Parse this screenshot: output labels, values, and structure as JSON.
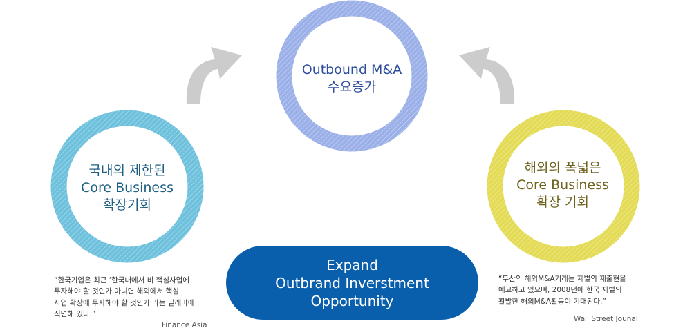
{
  "diagram": {
    "nodes": {
      "top": {
        "lines": [
          "Outbound M&A",
          "수요증가"
        ],
        "color": "#9bb0e8"
      },
      "left": {
        "lines": [
          "국내의 제한된",
          "Core Business",
          "확장기회"
        ],
        "color": "#6ec1dd"
      },
      "right": {
        "lines": [
          "해외의 폭넓은",
          "Core Business",
          "확장 기회"
        ],
        "color": "#e4db55"
      }
    },
    "center_pill": {
      "lines": [
        "Expand",
        "Outbrand Inverstment",
        "Opportunity"
      ],
      "color": "#0a5fad"
    },
    "arrow_color": "#cccccc",
    "quotes": {
      "left": {
        "lines": [
          "“한국기업은 최근 ‘한국내에서 비 핵심사업에",
          "투자해야 할 것인가,아니면 해외에서 핵심",
          "사업 확장에 투자해야 할 것인가’라는 딜레마에",
          "직면해 있다.”"
        ],
        "source": "Finance Asia"
      },
      "right": {
        "lines": [
          "“두산의 해외M&A거래는 재벌의 재출현을",
          "예고하고 있으며, 2008년에 한국 재벌의",
          "활발한 해외M&A활동이 기대된다.”"
        ],
        "source": "Wall Street Jounal"
      }
    }
  }
}
